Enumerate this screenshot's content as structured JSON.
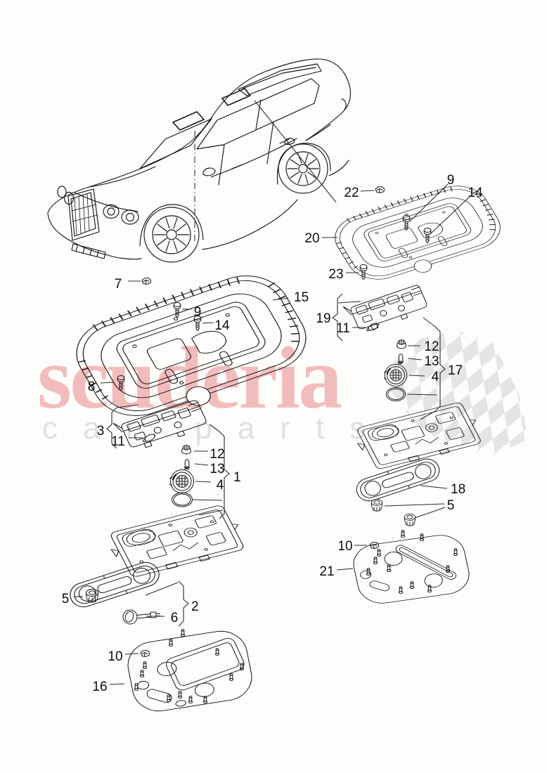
{
  "watermark": {
    "brand": "scuderia",
    "tagline": "car parts"
  },
  "callouts": {
    "1": "1",
    "2": "2",
    "3": "3",
    "4": "4",
    "5": "5",
    "6": "6",
    "7": "7",
    "8": "8",
    "9": "9",
    "10": "10",
    "11": "11",
    "12": "12",
    "13": "13",
    "14": "14",
    "15": "15",
    "16": "16",
    "17": "17",
    "18": "18",
    "19": "19",
    "20": "20",
    "21": "21",
    "22": "22",
    "23": "23"
  },
  "colors": {
    "watermark_brand": "#f3bcbc",
    "watermark_tagline": "#e0e0e0",
    "checker": "#e4e4e4",
    "line_art": "#161616"
  }
}
